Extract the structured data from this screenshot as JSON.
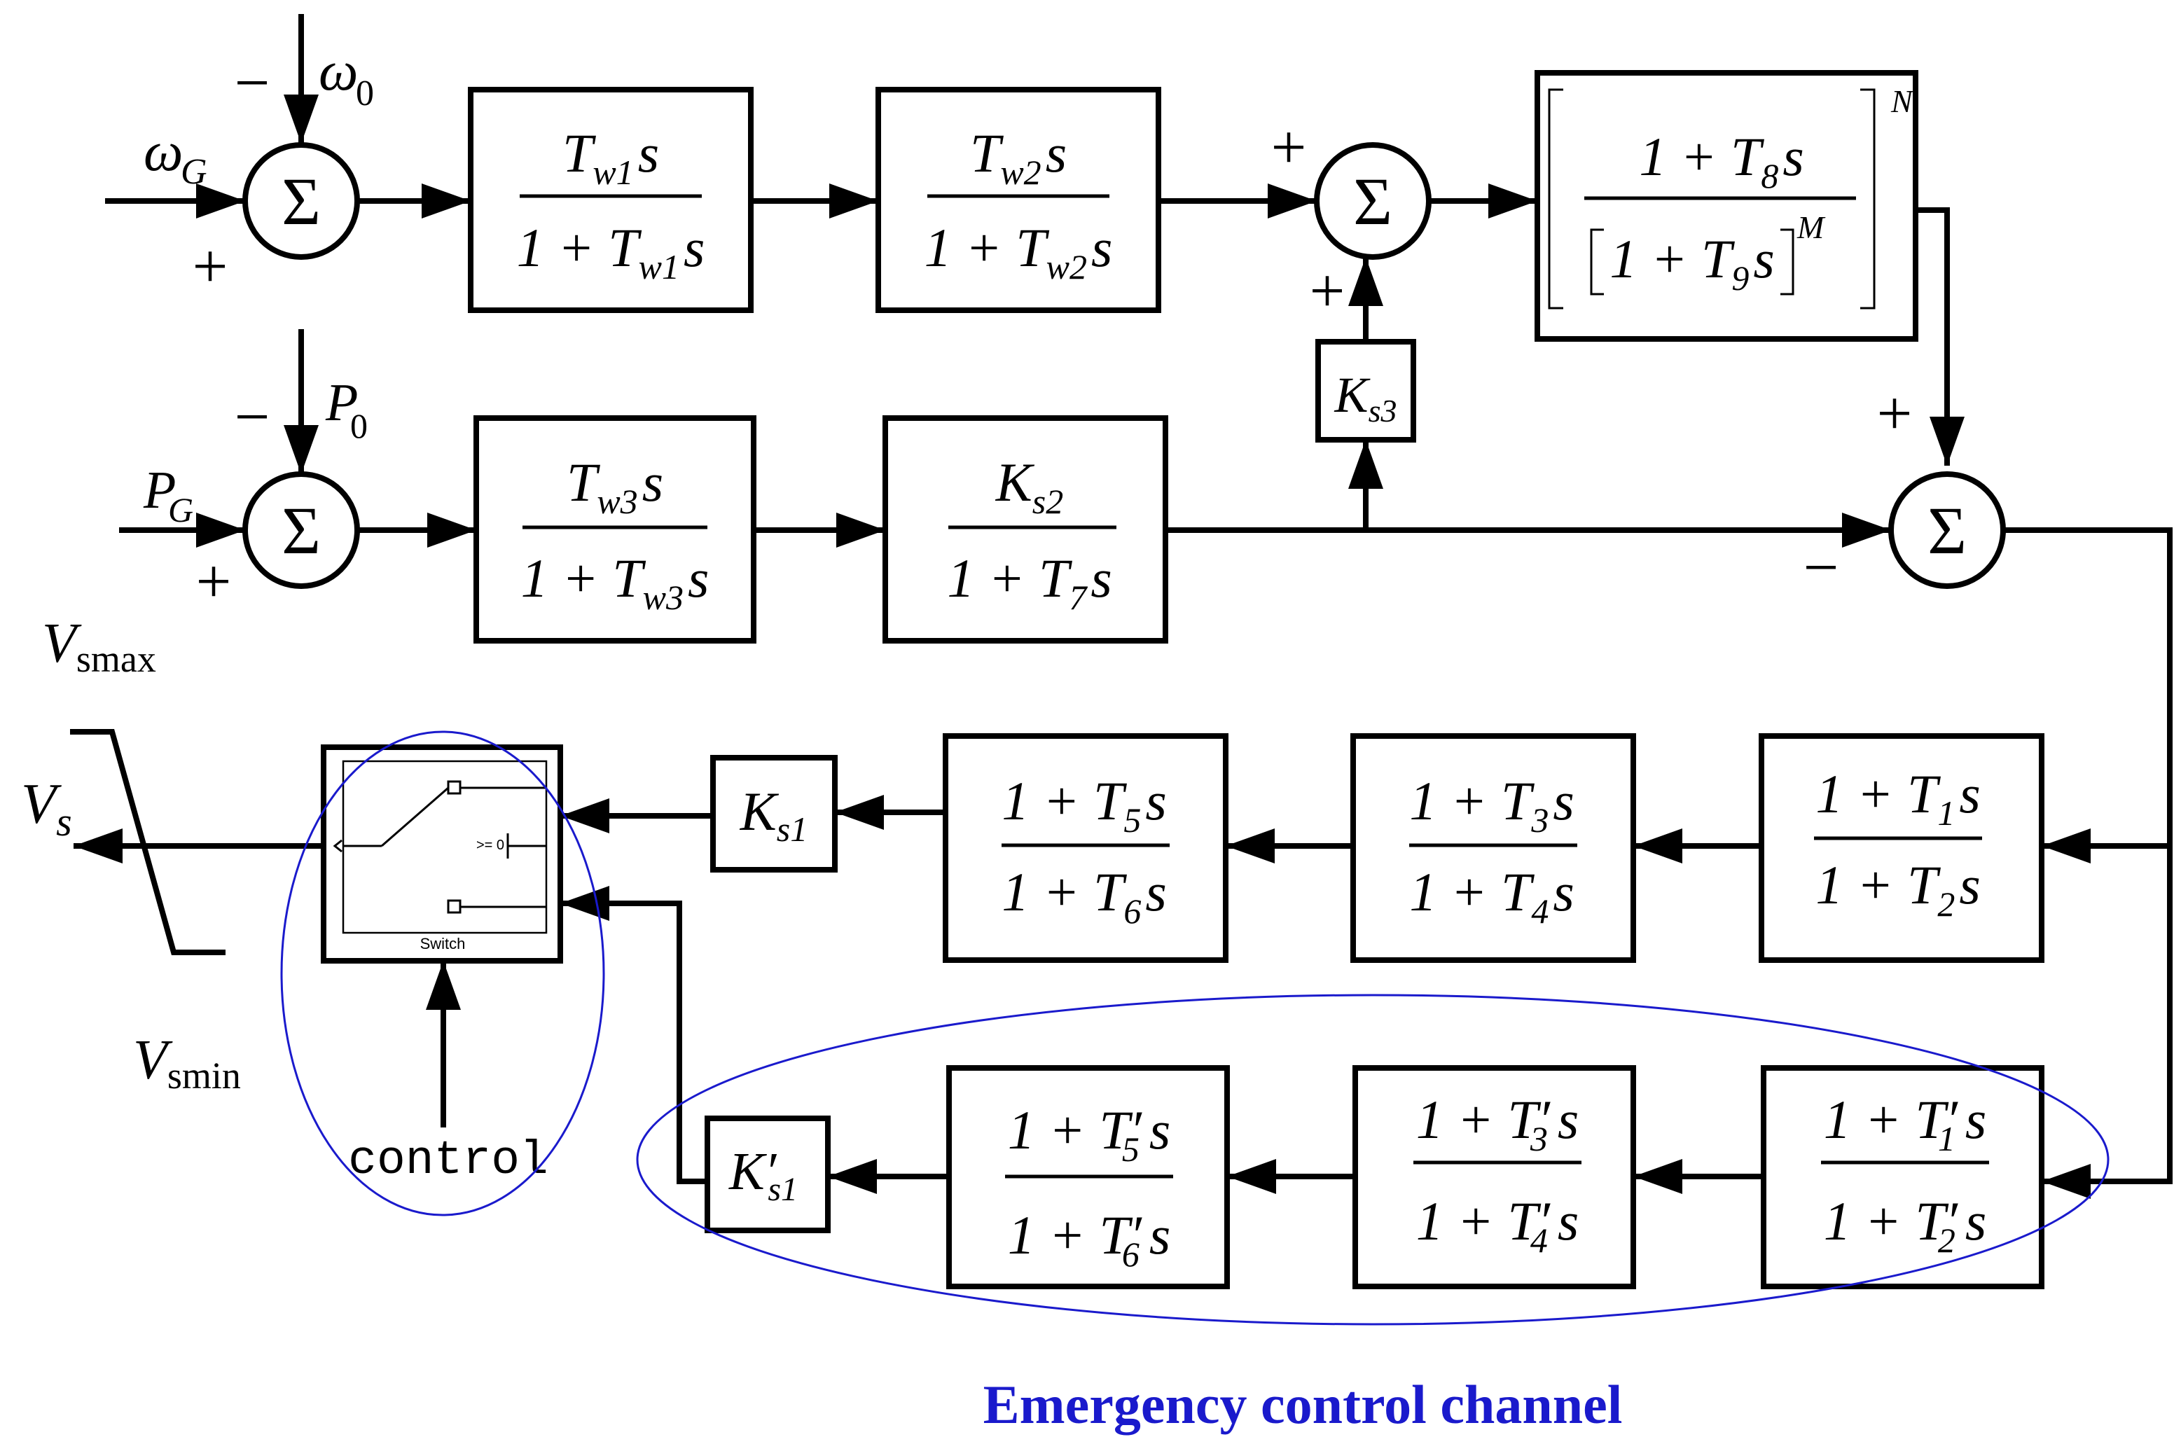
{
  "colors": {
    "line": "#000000",
    "highlight": "#1a1acc",
    "background": "#ffffff"
  },
  "summing": {
    "sign_plus": "+",
    "sign_minus": "−",
    "symbol": "Σ"
  },
  "inputs": {
    "omega_g": "ω",
    "omega_g_sub": "G",
    "omega_0": "ω",
    "omega_0_sub": "0",
    "p_g": "P",
    "p_g_sub": "G",
    "p_0": "P",
    "p_0_sub": "0"
  },
  "blocks": {
    "tw1": {
      "num": "T",
      "num_sub": "w1",
      "num_tail": "s",
      "den_pre": "1 + T",
      "den_sub": "w1",
      "den_tail": "s"
    },
    "tw2": {
      "num": "T",
      "num_sub": "w2",
      "num_tail": "s",
      "den_pre": "1 + T",
      "den_sub": "w2",
      "den_tail": "s"
    },
    "tw3": {
      "num": "T",
      "num_sub": "w3",
      "num_tail": "s",
      "den_pre": "1 + T",
      "den_sub": "w3",
      "den_tail": "s"
    },
    "ks2": {
      "num": "K",
      "num_sub": "s2",
      "den_pre": "1 + T",
      "den_sub": "7",
      "den_tail": "s"
    },
    "ks3": {
      "label": "K",
      "sub": "s3"
    },
    "filter": {
      "num_pre": "1 + T",
      "num_sub": "8",
      "num_tail": "s",
      "den_pre": "1 + T",
      "den_sub": "9",
      "den_tail": "s",
      "exp_m": "M",
      "exp_n": "N"
    },
    "ks1": {
      "label": "K",
      "sub": "s1"
    },
    "ks1p": {
      "label": "K′",
      "sub": "s1"
    },
    "lead_lag": [
      {
        "num_pre": "1 + T",
        "num_sub": "1",
        "num_tail": "s",
        "den_pre": "1 + T",
        "den_sub": "2",
        "den_tail": "s"
      },
      {
        "num_pre": "1 + T",
        "num_sub": "3",
        "num_tail": "s",
        "den_pre": "1 + T",
        "den_sub": "4",
        "den_tail": "s"
      },
      {
        "num_pre": "1 + T",
        "num_sub": "5",
        "num_tail": "s",
        "den_pre": "1 + T",
        "den_sub": "6",
        "den_tail": "s"
      }
    ],
    "lead_lag_emergency": [
      {
        "num_pre": "1 + T",
        "num_prime": "′",
        "num_sub": "1",
        "num_tail": "s",
        "den_pre": "1 + T",
        "den_prime": "′",
        "den_sub": "2",
        "den_tail": "s"
      },
      {
        "num_pre": "1 + T",
        "num_prime": "′",
        "num_sub": "3",
        "num_tail": "s",
        "den_pre": "1 + T",
        "den_prime": "′",
        "den_sub": "4",
        "den_tail": "s"
      },
      {
        "num_pre": "1 + T",
        "num_prime": "′",
        "num_sub": "5",
        "num_tail": "s",
        "den_pre": "1 + T",
        "den_prime": "′",
        "den_sub": "6",
        "den_tail": "s"
      }
    ]
  },
  "switch": {
    "label": "Switch",
    "threshold": ">= 0"
  },
  "control_label": "control",
  "limiter": {
    "vmax": "V",
    "vmax_sub": "smax",
    "vmin": "V",
    "vmin_sub": "smin",
    "out": "V",
    "out_sub": "s"
  },
  "caption": "Emergency control channel"
}
